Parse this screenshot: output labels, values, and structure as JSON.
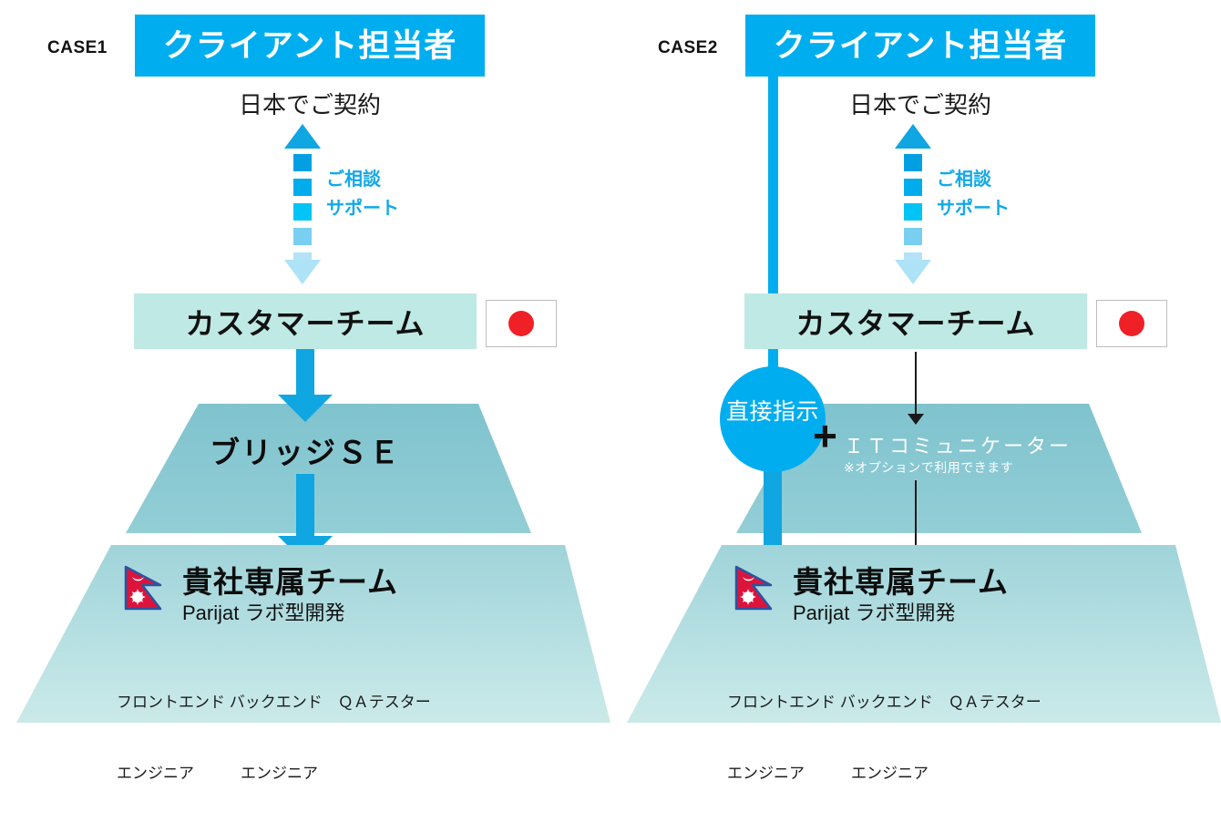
{
  "diagram": {
    "title_cases": [
      "CASE1",
      "CASE2"
    ],
    "colors": {
      "brand_blue": "#00AEEF",
      "arrow_blue": "#0FA6E2",
      "mint_bar": "#BFE9E4",
      "trap_mid_top": "#7FC3CE",
      "trap_mid_bottom": "#92CCD4",
      "trap_bot_top": "#9FD4DA",
      "trap_bot_bottom": "#C9E9E9",
      "support_text": "#12A9E8",
      "flag_red": "#F02027",
      "nepal_crimson": "#DC143C",
      "nepal_border": "#2A54A0"
    }
  },
  "case1": {
    "label": "CASE1",
    "client_box": {
      "text": "クライアント担当者"
    },
    "contract_label": "日本でご契約",
    "support_lines": [
      "ご相談",
      "サポート"
    ],
    "customer_team": {
      "text": "カスタマーチーム"
    },
    "jp_flag": {
      "icon": "japan-flag-icon"
    },
    "middle_tier": {
      "label": "ブリッジＳＥ"
    },
    "bottom_tier": {
      "flag": "nepal-flag-icon",
      "title": "貴社専属チーム",
      "subtitle": "Parijat ラボ型開発",
      "roles_line1": "フロントエンド バックエンド　ＱＡテスター",
      "roles_line2": "エンジニア　　　エンジニア"
    }
  },
  "case2": {
    "label": "CASE2",
    "client_box": {
      "text": "クライアント担当者"
    },
    "contract_label": "日本でご契約",
    "support_lines": [
      "ご相談",
      "サポート"
    ],
    "customer_team": {
      "text": "カスタマーチーム"
    },
    "jp_flag": {
      "icon": "japan-flag-icon"
    },
    "direct_circle": {
      "text": "直接指示"
    },
    "plus": "+",
    "middle_tier": {
      "label": "ＩＴコミュニケーター",
      "note": "※オプションで利用できます"
    },
    "bottom_tier": {
      "flag": "nepal-flag-icon",
      "title": "貴社専属チーム",
      "subtitle": "Parijat ラボ型開発",
      "roles_line1": "フロントエンド バックエンド　ＱＡテスター",
      "roles_line2": "エンジニア　　　エンジニア"
    }
  }
}
